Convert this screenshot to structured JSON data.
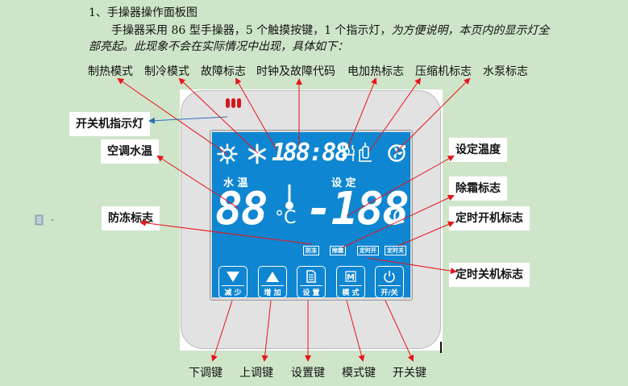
{
  "heading": "1、手操器操作面板图",
  "intro": {
    "normal": "手操器采用 86 型手操器，5 个触摸按键，1 个指示灯，",
    "italic_line1": "为方便说明，本页内的显示灯全",
    "italic_line2": "部亮起。此现象不会在实际情况中出现，具体如下："
  },
  "top_labels": [
    {
      "id": "heating-mode",
      "text": "制热模式"
    },
    {
      "id": "cooling-mode",
      "text": "制冷模式"
    },
    {
      "id": "fault-flag",
      "text": "故障标志"
    },
    {
      "id": "clock-fault-code",
      "text": "时钟及故障代码"
    },
    {
      "id": "electric-heat-flag",
      "text": "电加热标志"
    },
    {
      "id": "compressor-flag",
      "text": "压缩机标志"
    },
    {
      "id": "water-pump-flag",
      "text": "水泵标志"
    }
  ],
  "callouts": {
    "power_indicator": "开关机指示灯",
    "ac_water_temp": "空调水温",
    "antifreeze_flag": "防冻标志",
    "set_temp": "设定温度",
    "defrost_flag": "除霜标志",
    "timer_on_flag": "定时开机标志",
    "timer_off_flag": "定时关机标志"
  },
  "bottom_labels": [
    {
      "id": "down-key",
      "text": "下调键"
    },
    {
      "id": "up-key",
      "text": "上调键"
    },
    {
      "id": "set-key",
      "text": "设置键"
    },
    {
      "id": "mode-key",
      "text": "模式键"
    },
    {
      "id": "power-key",
      "text": "开关键"
    }
  ],
  "lcd": {
    "clock": "88:88",
    "clock_prefix": "1",
    "water_temp_label": "水 温",
    "water_temp_value": "88",
    "set_label": "设 定",
    "set_value": "-188",
    "unit": "°C",
    "tags": {
      "antifreeze": "防冻",
      "defrost": "除霜",
      "timer_on": "定时开",
      "timer_off": "定时关"
    },
    "keys": [
      {
        "id": "decrease",
        "label": "减 少",
        "icon": "triangle-down-icon"
      },
      {
        "id": "increase",
        "label": "增 加",
        "icon": "triangle-up-icon"
      },
      {
        "id": "settings",
        "label": "设 置",
        "icon": "document-icon"
      },
      {
        "id": "mode",
        "label": "模 式",
        "icon": "mode-m-icon"
      },
      {
        "id": "power",
        "label": "开/关",
        "icon": "power-icon"
      }
    ]
  },
  "colors": {
    "page_bg": "#cfe5c9",
    "lcd_blue": "#0f86d1",
    "device_gray": "#e2e2e2",
    "arrow_red": "#e8141b",
    "arrow_blue": "#2f6fb5",
    "led_red": "#d4161b"
  }
}
